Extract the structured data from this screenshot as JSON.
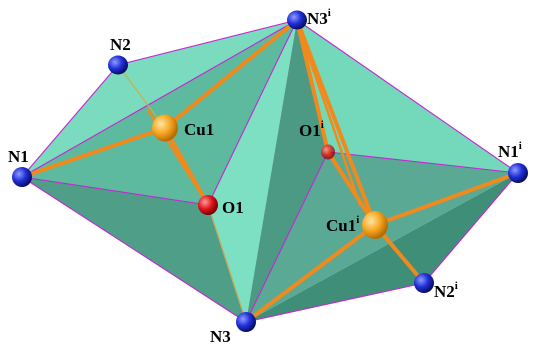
{
  "atoms": [
    {
      "id": "N1",
      "label": "N1",
      "sup": "",
      "element": "N",
      "color": "#1f2fd8"
    },
    {
      "id": "N2",
      "label": "N2",
      "sup": "",
      "element": "N",
      "color": "#1f2fd8"
    },
    {
      "id": "N3i",
      "label": "N3",
      "sup": "i",
      "element": "N",
      "color": "#1f2fd8"
    },
    {
      "id": "N1i",
      "label": "N1",
      "sup": "i",
      "element": "N",
      "color": "#1f2fd8"
    },
    {
      "id": "N2i",
      "label": "N2",
      "sup": "i",
      "element": "N",
      "color": "#1f2fd8"
    },
    {
      "id": "N3",
      "label": "N3",
      "sup": "",
      "element": "N",
      "color": "#1f2fd8"
    },
    {
      "id": "Cu1",
      "label": "Cu1",
      "sup": "",
      "element": "Cu",
      "color": "#f6a623"
    },
    {
      "id": "Cu1i",
      "label": "Cu1",
      "sup": "i",
      "element": "Cu",
      "color": "#f6a623"
    },
    {
      "id": "O1",
      "label": "O1",
      "sup": "",
      "element": "O",
      "color": "#e0161b"
    },
    {
      "id": "O1i",
      "label": "O1",
      "sup": "i",
      "element": "O",
      "color": "#e0161b"
    }
  ],
  "colors": {
    "polyhedron_light": "#6fd6b6",
    "polyhedron_mid": "#52ad94",
    "polyhedron_dark": "#3f8e78",
    "polyhedron_edge": "#c426d3",
    "bond": "#f08a1c"
  }
}
